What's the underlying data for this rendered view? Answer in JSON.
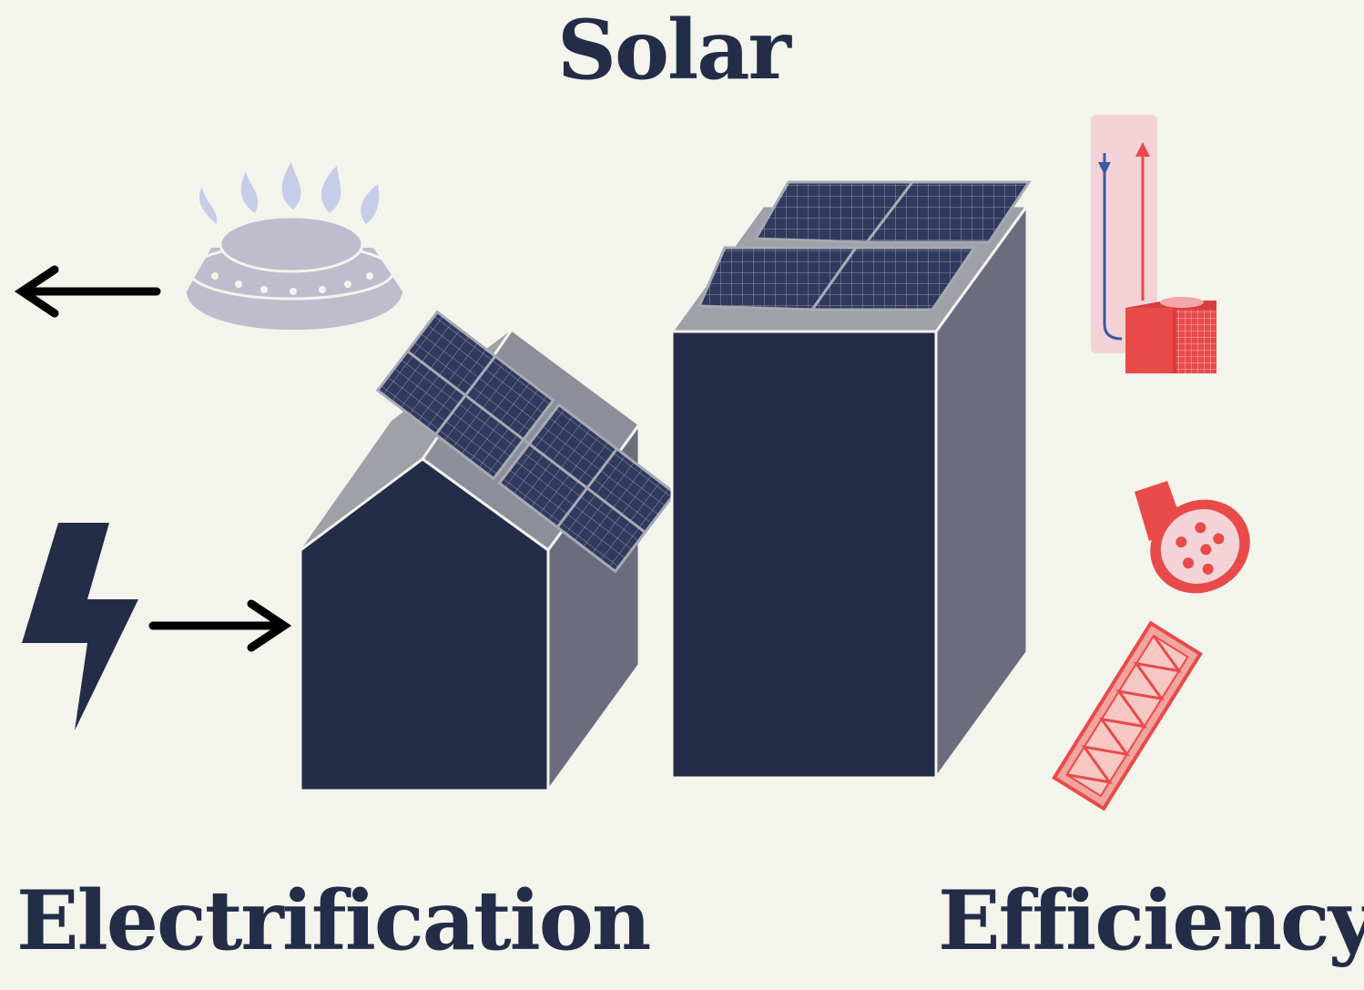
{
  "titles": {
    "top": "Solar",
    "left": "Electrification",
    "right": "Efficiency"
  },
  "icons": {
    "gas_burner": "gas-burner-icon",
    "lightning": "lightning-bolt-icon",
    "heat_pump": "heat-pump-icon",
    "light_bulb": "led-light-bulb-icon",
    "weatherstrip": "weatherstrip-icon",
    "arrow_out": "arrow-left-icon",
    "arrow_in": "arrow-right-icon"
  },
  "colors": {
    "background": "#f3f4ec",
    "navy": "#232d48",
    "side_wall": "#6b6c7d",
    "roof": "#9fa0a8",
    "panel": "#2f3a5c",
    "burner": "#bebccd",
    "flame": "#c5cde9",
    "efficiency_red": "#e84a4a",
    "efficiency_pink": "#f3d3d8"
  }
}
